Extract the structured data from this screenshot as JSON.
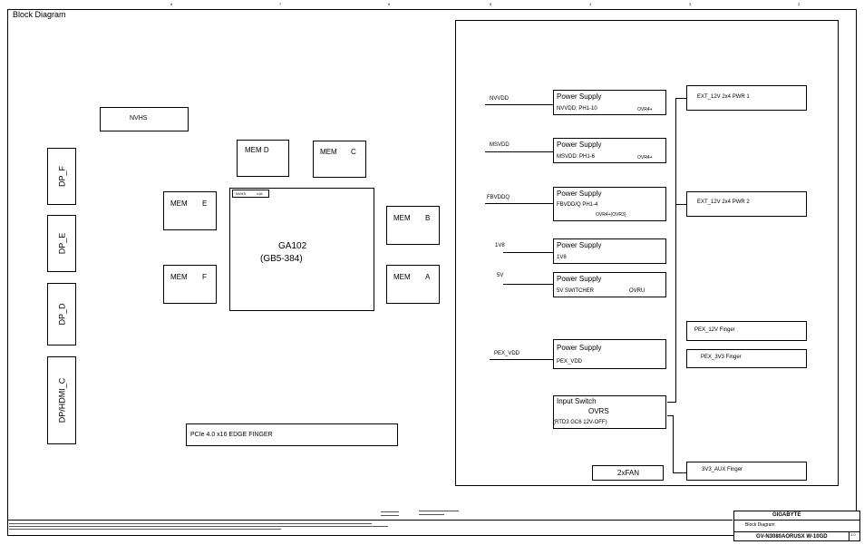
{
  "sheet_title": "Block Diagram",
  "nvhs": "NVHS",
  "dp_ports": [
    "DP_F",
    "DP_E",
    "DP_D",
    "DP/HDMI_C"
  ],
  "mem": {
    "d": "MEM D",
    "c_left": "MEM",
    "c_right": "C",
    "e_left": "MEM",
    "e_right": "E",
    "f_left": "MEM",
    "f_right": "F",
    "b_left": "MEM",
    "b_right": "B",
    "a_left": "MEM",
    "a_right": "A"
  },
  "gpu": {
    "tag_left": "NVHS",
    "tag_right": "x16",
    "name": "GA102",
    "sub": "(GB5-384)"
  },
  "pcie": "PCIe 4.0 x16 EDGE FINGER",
  "rails": [
    {
      "net": "NVVDD",
      "title": "Power Supply",
      "detail": "NVVDD: PH1-10",
      "ctrl": "OVR4+"
    },
    {
      "net": "MSVDD",
      "title": "Power Supply",
      "detail": "MSVDD: PH1-6",
      "ctrl": "OVR4+"
    },
    {
      "net": "FBVDDQ",
      "title": "Power Supply",
      "detail": "FBVDD/Q PH1-4",
      "ctrl": "OVR4+(OVR3)"
    },
    {
      "net": "1V8",
      "title": "Power Supply",
      "detail": "1V8",
      "ctrl": ""
    },
    {
      "net": "5V",
      "title": "Power Supply",
      "detail": "5V SWITCHER",
      "ctrl": "OVRU"
    },
    {
      "net": "PEX_VDD",
      "title": "Power Supply",
      "detail": "PEX_VDD",
      "ctrl": ""
    }
  ],
  "input_switch": {
    "title": "Input Switch",
    "ctrl": "OVRS",
    "note": "(RTD3 GC6 12V-OFF)"
  },
  "fan": "2xFAN",
  "connectors": [
    "EXT_12V 2x4 PWR 1",
    "EXT_12V 2x4 PWR 2",
    "PEX_12V Finger",
    "PEX_3V3 Finger",
    "3V3_AUX Finger"
  ],
  "title_block": {
    "company": "GIGABYTE",
    "title": "Block Diagram",
    "model": "GV-N3080AORUSX W-10GD",
    "rev": "1.0"
  }
}
